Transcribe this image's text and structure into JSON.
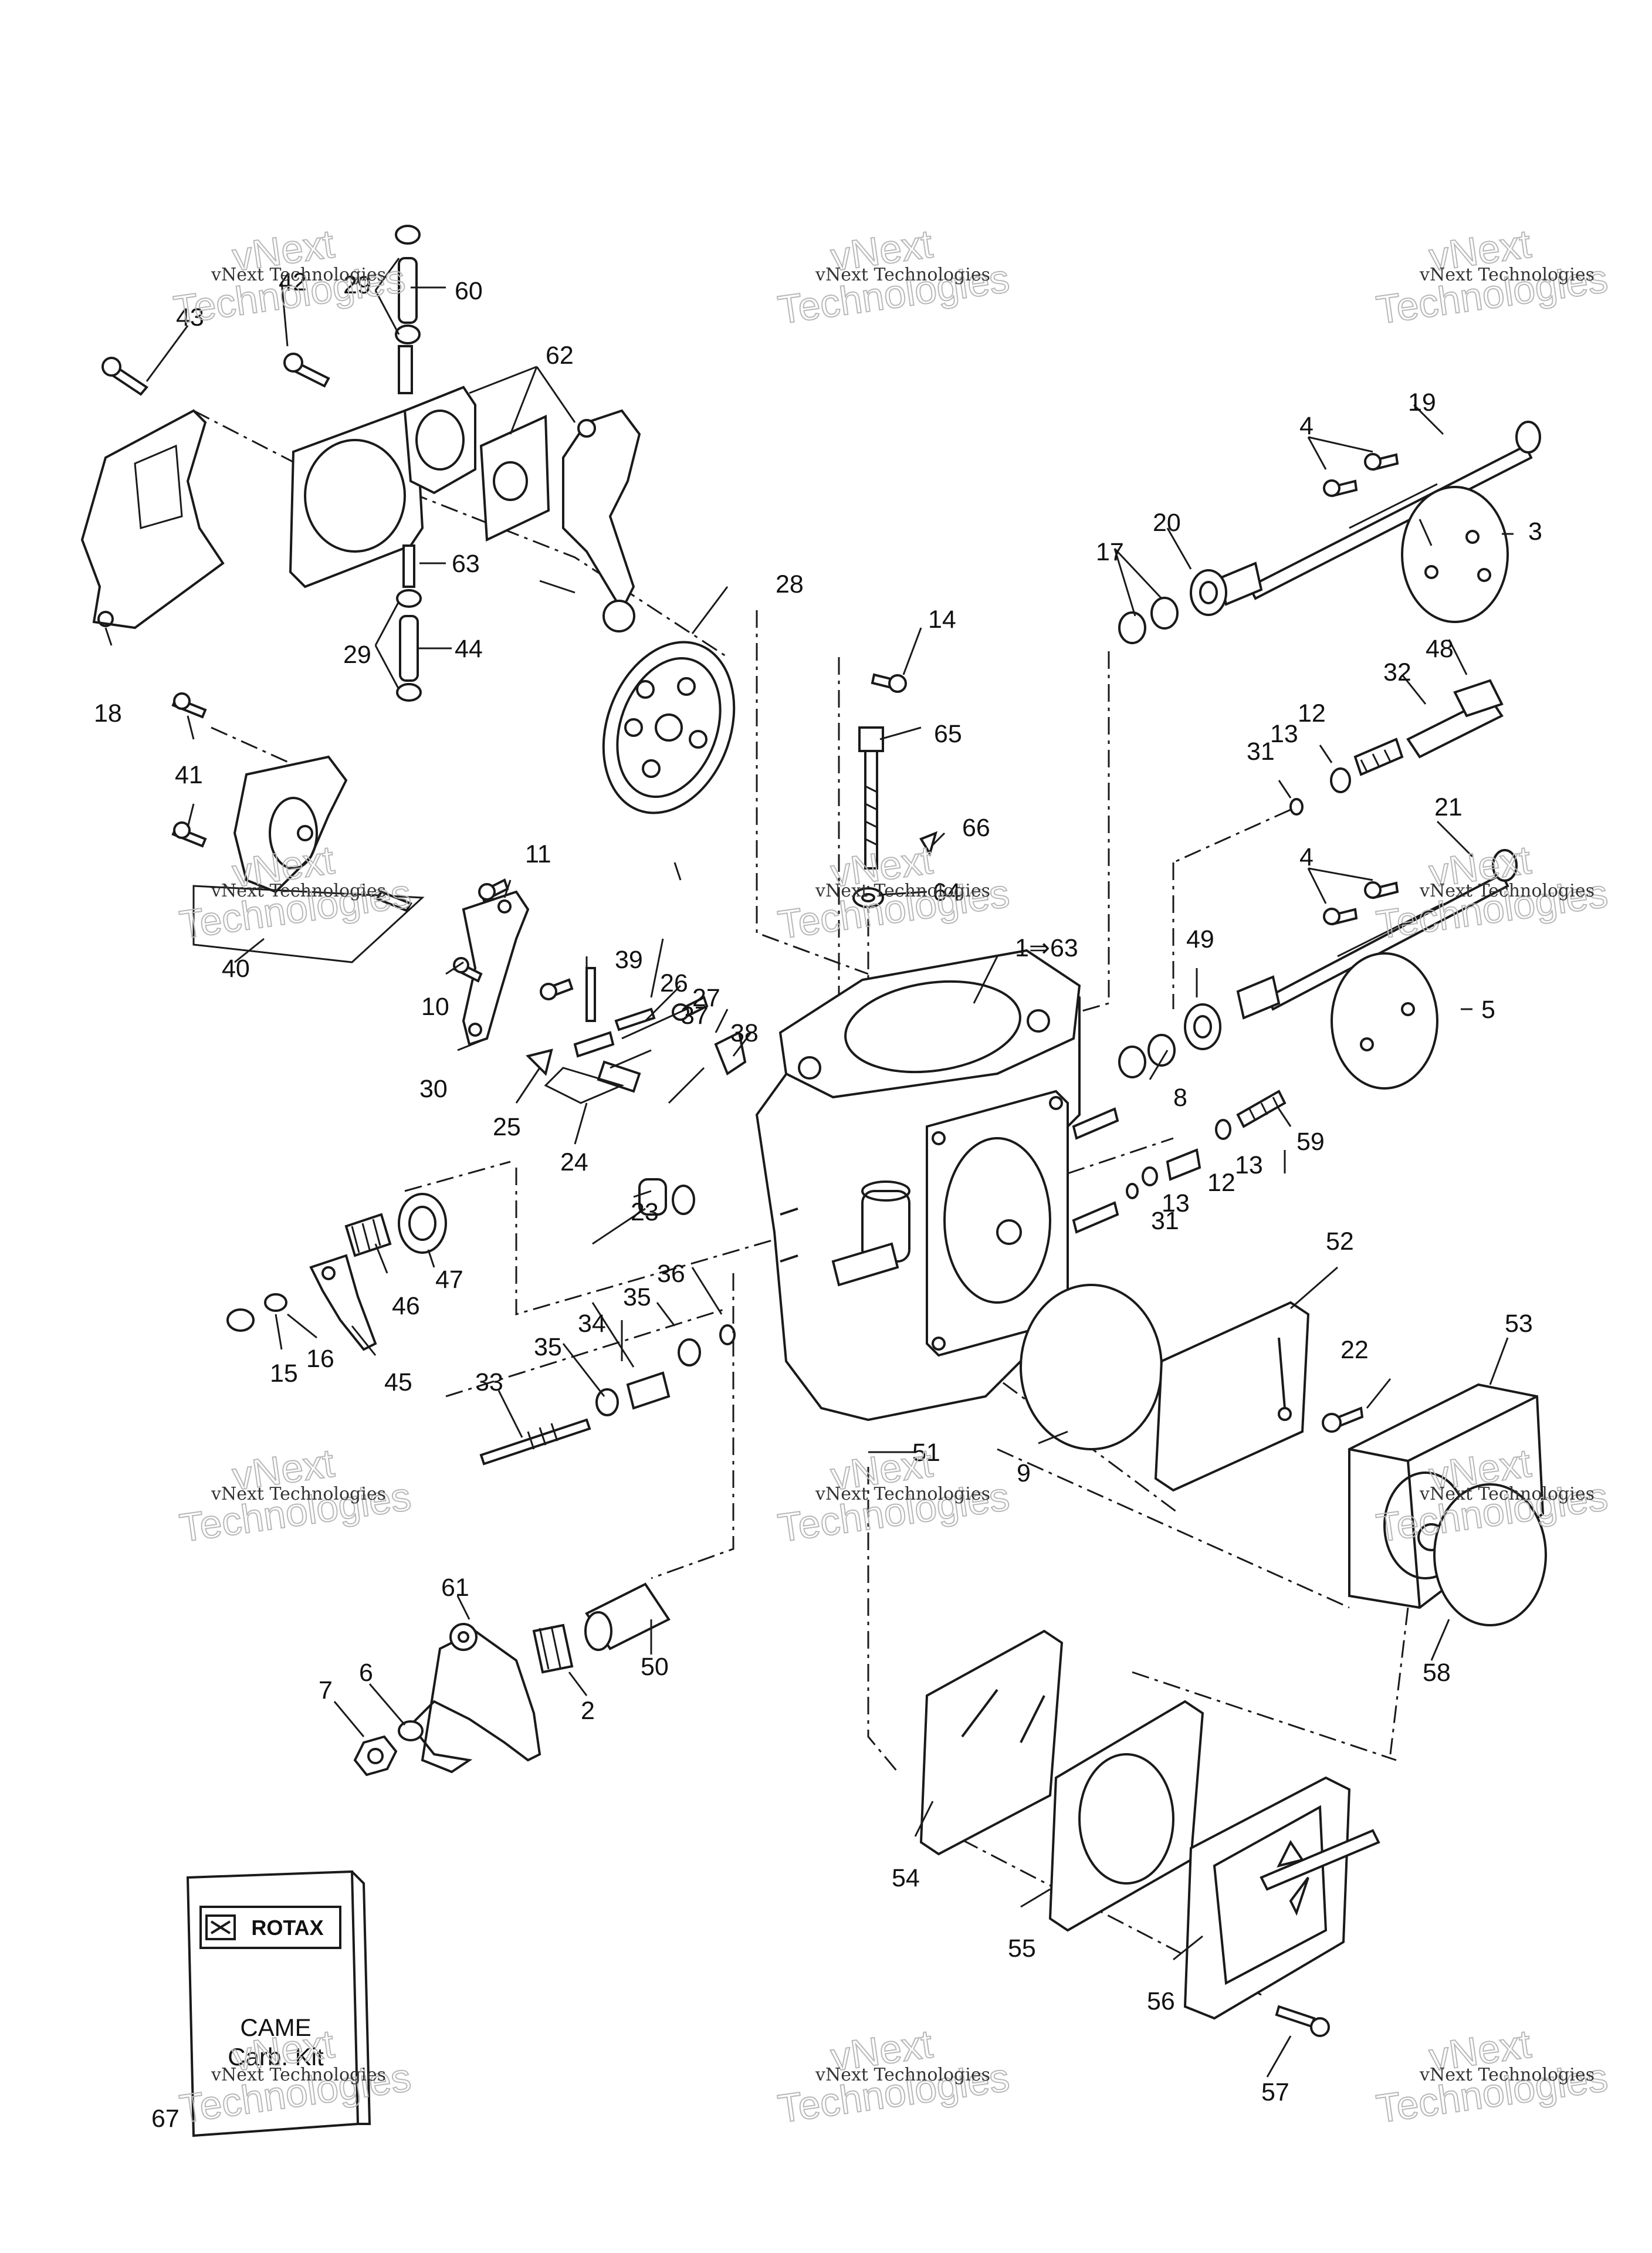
{
  "callouts": [
    "1⇒63",
    "2",
    "3",
    "4",
    "4",
    "5",
    "6",
    "7",
    "8",
    "9",
    "10",
    "11",
    "12",
    "12",
    "13",
    "13",
    "13",
    "14",
    "15",
    "16",
    "17",
    "18",
    "19",
    "20",
    "21",
    "22",
    "23",
    "24",
    "25",
    "26",
    "27",
    "28",
    "29",
    "29",
    "30",
    "31",
    "31",
    "32",
    "33",
    "34",
    "35",
    "35",
    "36",
    "37",
    "38",
    "39",
    "40",
    "41",
    "42",
    "43",
    "44",
    "45",
    "46",
    "47",
    "48",
    "49",
    "50",
    "51",
    "52",
    "53",
    "54",
    "55",
    "56",
    "57",
    "58",
    "59",
    "60",
    "61",
    "62",
    "63",
    "64",
    "65",
    "66",
    "67"
  ],
  "watermark": {
    "small": "vNext Technologies",
    "big_line1": "vNext",
    "big_line2": "Technologies"
  },
  "manual": {
    "brand": "ROTAX",
    "line1": "CAME",
    "line2": "Carb. Kit"
  },
  "colors": {
    "ink": "#1a1a1a",
    "background": "#ffffff",
    "watermark": "#b8b8b8"
  }
}
